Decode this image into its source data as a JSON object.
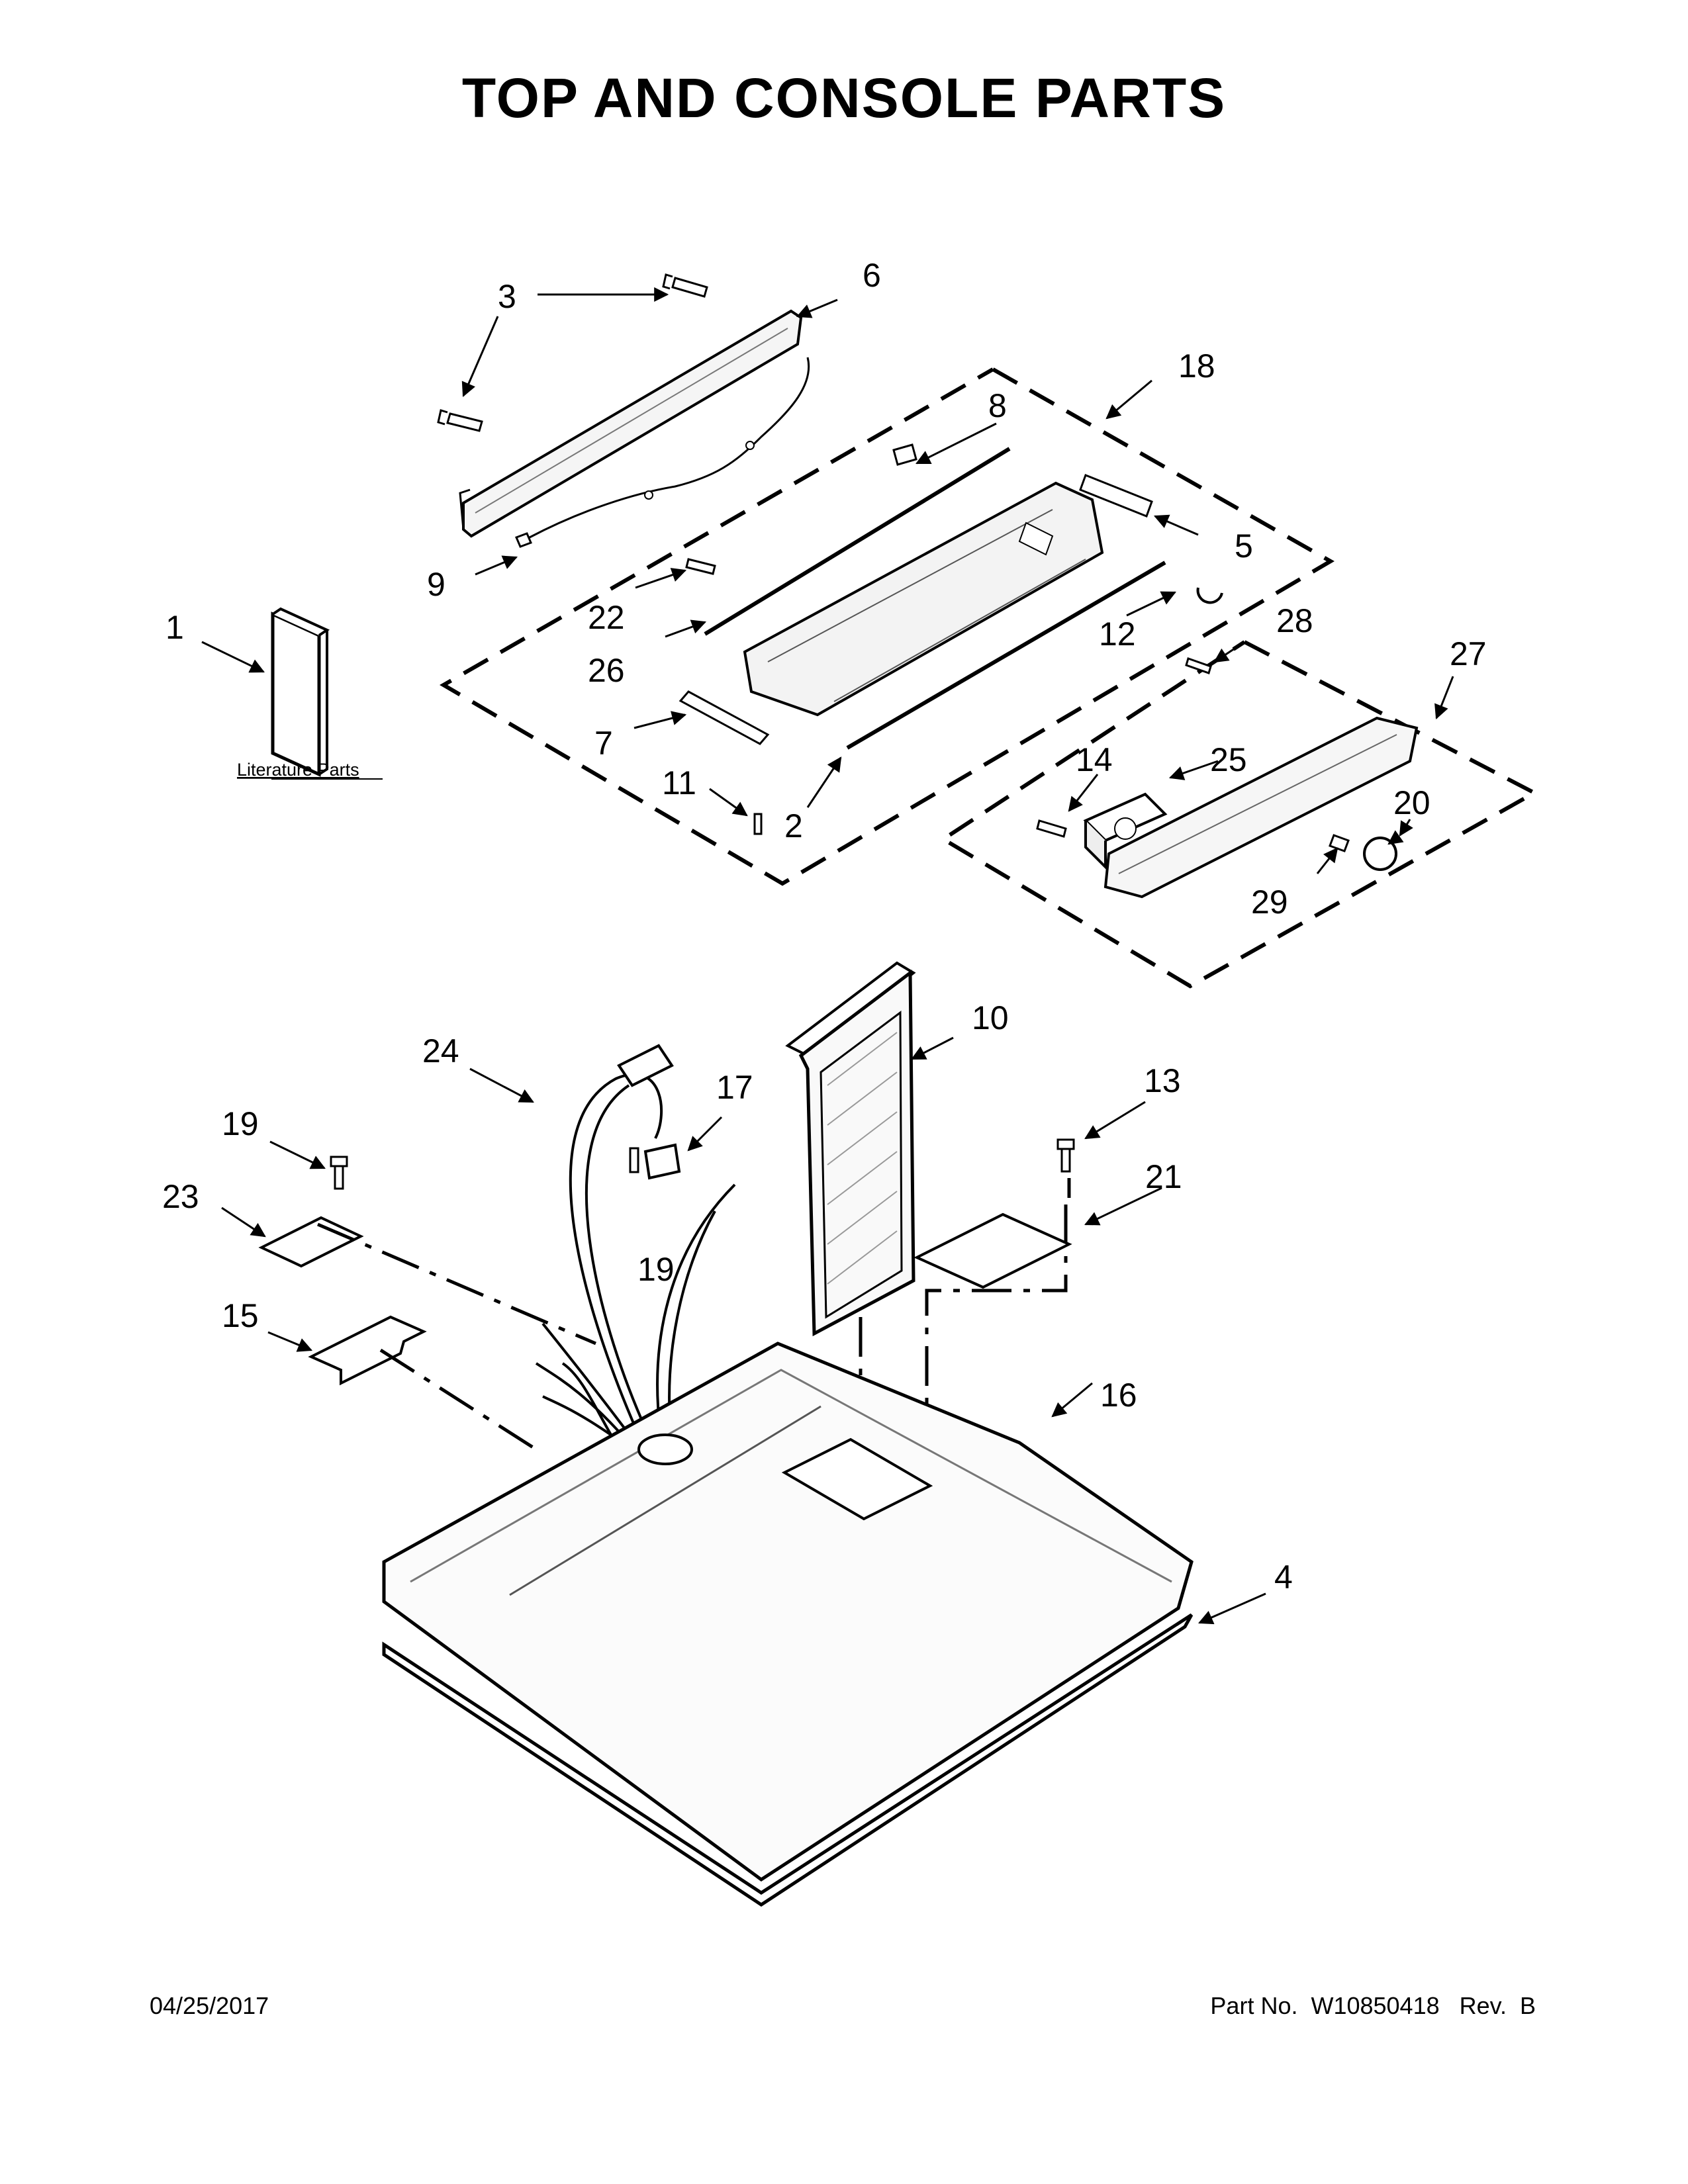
{
  "title": "TOP AND CONSOLE PARTS",
  "literature_label": "Literature Parts",
  "callouts": {
    "c1": "1",
    "c2": "2",
    "c3": "3",
    "c4": "4",
    "c5": "5",
    "c6": "6",
    "c7": "7",
    "c8": "8",
    "c9": "9",
    "c10": "10",
    "c11": "11",
    "c12": "12",
    "c13": "13",
    "c14": "14",
    "c15": "15",
    "c16": "16",
    "c17": "17",
    "c18": "18",
    "c19a": "19",
    "c19b": "19",
    "c20": "20",
    "c21": "21",
    "c22": "22",
    "c23": "23",
    "c24": "24",
    "c25": "25",
    "c26": "26",
    "c27": "27",
    "c28": "28",
    "c29": "29"
  },
  "footer": {
    "date": "04/25/2017",
    "part_number": "Part No.  W10850418   Rev.  B"
  }
}
